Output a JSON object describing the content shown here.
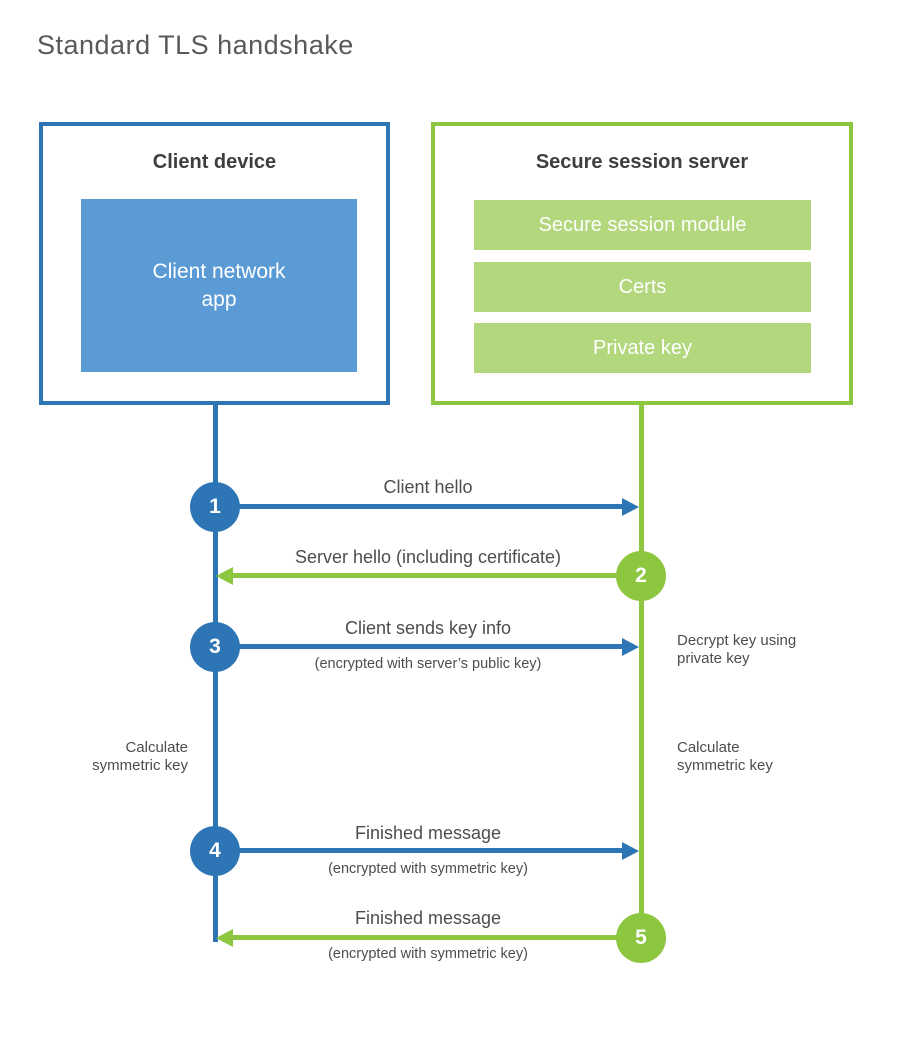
{
  "page": {
    "title": "Standard TLS handshake"
  },
  "colors": {
    "blue": "#2E75B6",
    "blue_light": "#5B9BD5",
    "green": "#8DC63F",
    "green_light": "#B2D77C",
    "title_gray": "#58595B",
    "text_dark": "#3F3F3F",
    "text_gray": "#4D4D4D"
  },
  "client_box": {
    "title": "Client device",
    "app_label": "Client network\napp"
  },
  "server_box": {
    "title": "Secure session server",
    "modules": [
      "Secure session module",
      "Certs",
      "Private key"
    ]
  },
  "messages": [
    {
      "step": "1",
      "from": "client",
      "to": "server",
      "color": "blue",
      "label": "Client hello",
      "sublabel": ""
    },
    {
      "step": "2",
      "from": "server",
      "to": "client",
      "color": "green",
      "label": "Server hello (including certificate)",
      "sublabel": ""
    },
    {
      "step": "3",
      "from": "client",
      "to": "server",
      "color": "blue",
      "label": "Client sends key info",
      "sublabel": "(encrypted with server’s public key)"
    },
    {
      "step": "4",
      "from": "client",
      "to": "server",
      "color": "blue",
      "label": "Finished message",
      "sublabel": "(encrypted with symmetric key)"
    },
    {
      "step": "5",
      "from": "server",
      "to": "client",
      "color": "green",
      "label": "Finished message",
      "sublabel": "(encrypted with symmetric key)"
    }
  ],
  "notes": {
    "decrypt": "Decrypt key using\nprivate key",
    "calculate_left": "Calculate\nsymmetric key",
    "calculate_right": "Calculate\nsymmetric key"
  }
}
